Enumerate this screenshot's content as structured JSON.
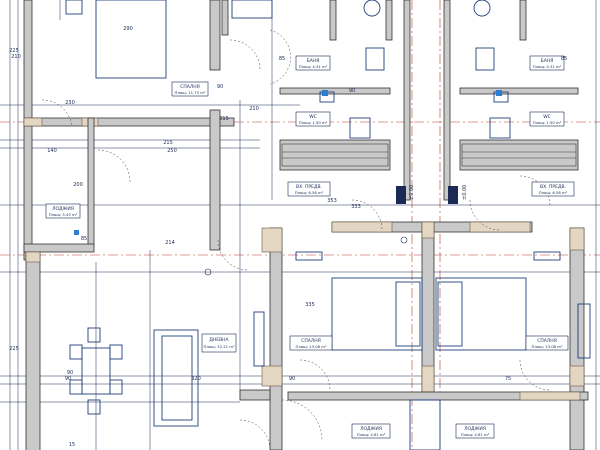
{
  "rooms": [
    {
      "id": "spalnia-left",
      "name": "СПАЛНЯ",
      "area": "Площ: 11.73 m²"
    },
    {
      "id": "bania-mid",
      "name": "БАНЯ",
      "area": "Площ: 4.31 m²"
    },
    {
      "id": "bania-right",
      "name": "БАНЯ",
      "area": "Площ: 4.31 m²"
    },
    {
      "id": "wc-mid",
      "name": "WC",
      "area": "Площ: 1.50 m²"
    },
    {
      "id": "wc-right",
      "name": "WC",
      "area": "Площ: 1.50 m²"
    },
    {
      "id": "predverie-mid",
      "name": "ВХ. ПРЕДВ.",
      "area": "Площ: 6.58 m²"
    },
    {
      "id": "predverie-right",
      "name": "ВХ. ПРЕДВ.",
      "area": "Площ: 6.58 m²"
    },
    {
      "id": "lodzhia-left",
      "name": "ЛОДЖИЯ",
      "area": "Площ: 5.43 m²"
    },
    {
      "id": "dnevna",
      "name": "ДНЕВНА",
      "area": "Площ: 32.21 m²"
    },
    {
      "id": "spalnia-mid",
      "name": "СПАЛНЯ",
      "area": "Площ: 13.08 m²"
    },
    {
      "id": "spalnia-right",
      "name": "СПАЛНЯ",
      "area": "Площ: 13.08 m²"
    },
    {
      "id": "lodzhia-mid",
      "name": "ЛОДЖИЯ",
      "area": "Площ: 4.61 m²"
    },
    {
      "id": "lodzhia-right",
      "name": "ЛОДЖИЯ",
      "area": "Площ: 4.61 m²"
    }
  ],
  "dims": {
    "top": [
      "290",
      "90",
      "210",
      "85",
      "90",
      "85"
    ],
    "left": [
      "225",
      "210",
      "230",
      "140",
      "200",
      "85",
      "225",
      "90"
    ],
    "mid": [
      "215",
      "250",
      "214",
      "333",
      "353",
      "215",
      "335"
    ],
    "bottom": [
      "90",
      "320",
      "15",
      "90",
      "75"
    ]
  },
  "levels": [
    "±0.00",
    "±0.00"
  ],
  "colors": {
    "ink": "#1b2a55",
    "wall": "#c9c9c9",
    "axis": "#c0392b",
    "furniture": "#1f3f7a"
  }
}
